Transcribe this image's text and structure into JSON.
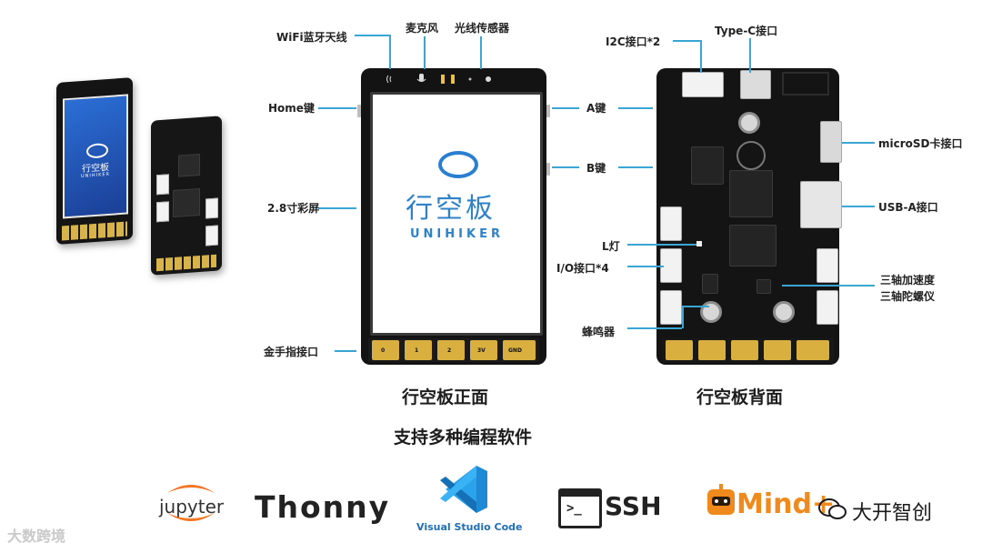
{
  "front_board": {
    "caption": "行空板正面",
    "logo_cn": "行空板",
    "logo_en": "UNIHIKER",
    "pin_labels": [
      "0",
      "1",
      "2",
      "3V",
      "GND"
    ]
  },
  "back_board": {
    "caption": "行空板背面"
  },
  "labels": {
    "wifi_bt": "WiFi蓝牙天线",
    "mic": "麦克风",
    "light_sensor": "光线传感器",
    "home_key": "Home键",
    "screen": "2.8寸彩屏",
    "gold_finger": "金手指接口",
    "a_key": "A键",
    "b_key": "B键",
    "i2c": "I2C接口*2",
    "type_c": "Type-C接口",
    "microsd": "microSD卡接口",
    "usb_a": "USB-A接口",
    "l_light": "L灯",
    "io": "I/O接口*4",
    "imu_line1": "三轴加速度",
    "imu_line2": "三轴陀螺仪",
    "buzzer": "蜂鸣器"
  },
  "software": {
    "title": "支持多种编程软件",
    "items": [
      "jupyter",
      "Thonny",
      "Visual Studio Code",
      "SSH",
      "Mind+"
    ]
  },
  "watermarks": {
    "right": "大开智创",
    "left": "大数跨境"
  },
  "colors": {
    "callout_line": "#3aa6d6",
    "board": "#131313",
    "gold": "#d9b040",
    "logo_blue": "#2f82c8",
    "vscode_blue": "#1e6fb5",
    "mind_orange": "#f08a1c",
    "jupyter_orange": "#f37726"
  }
}
